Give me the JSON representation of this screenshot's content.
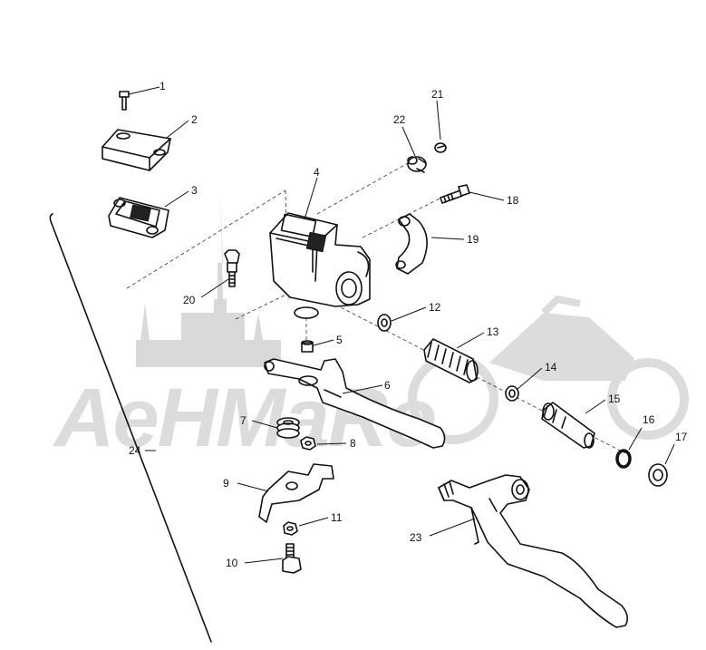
{
  "watermark": {
    "text": "AeHMaRo"
  },
  "callouts": {
    "c1": "1",
    "c2": "2",
    "c3": "3",
    "c4": "4",
    "c5": "5",
    "c6": "6",
    "c7": "7",
    "c8": "8",
    "c9": "9",
    "c10": "10",
    "c11": "11",
    "c12": "12",
    "c13": "13",
    "c14": "14",
    "c15": "15",
    "c16": "16",
    "c17": "17",
    "c18": "18",
    "c19": "19",
    "c20": "20",
    "c21": "21",
    "c22": "22",
    "c23": "23",
    "c24": "24"
  }
}
